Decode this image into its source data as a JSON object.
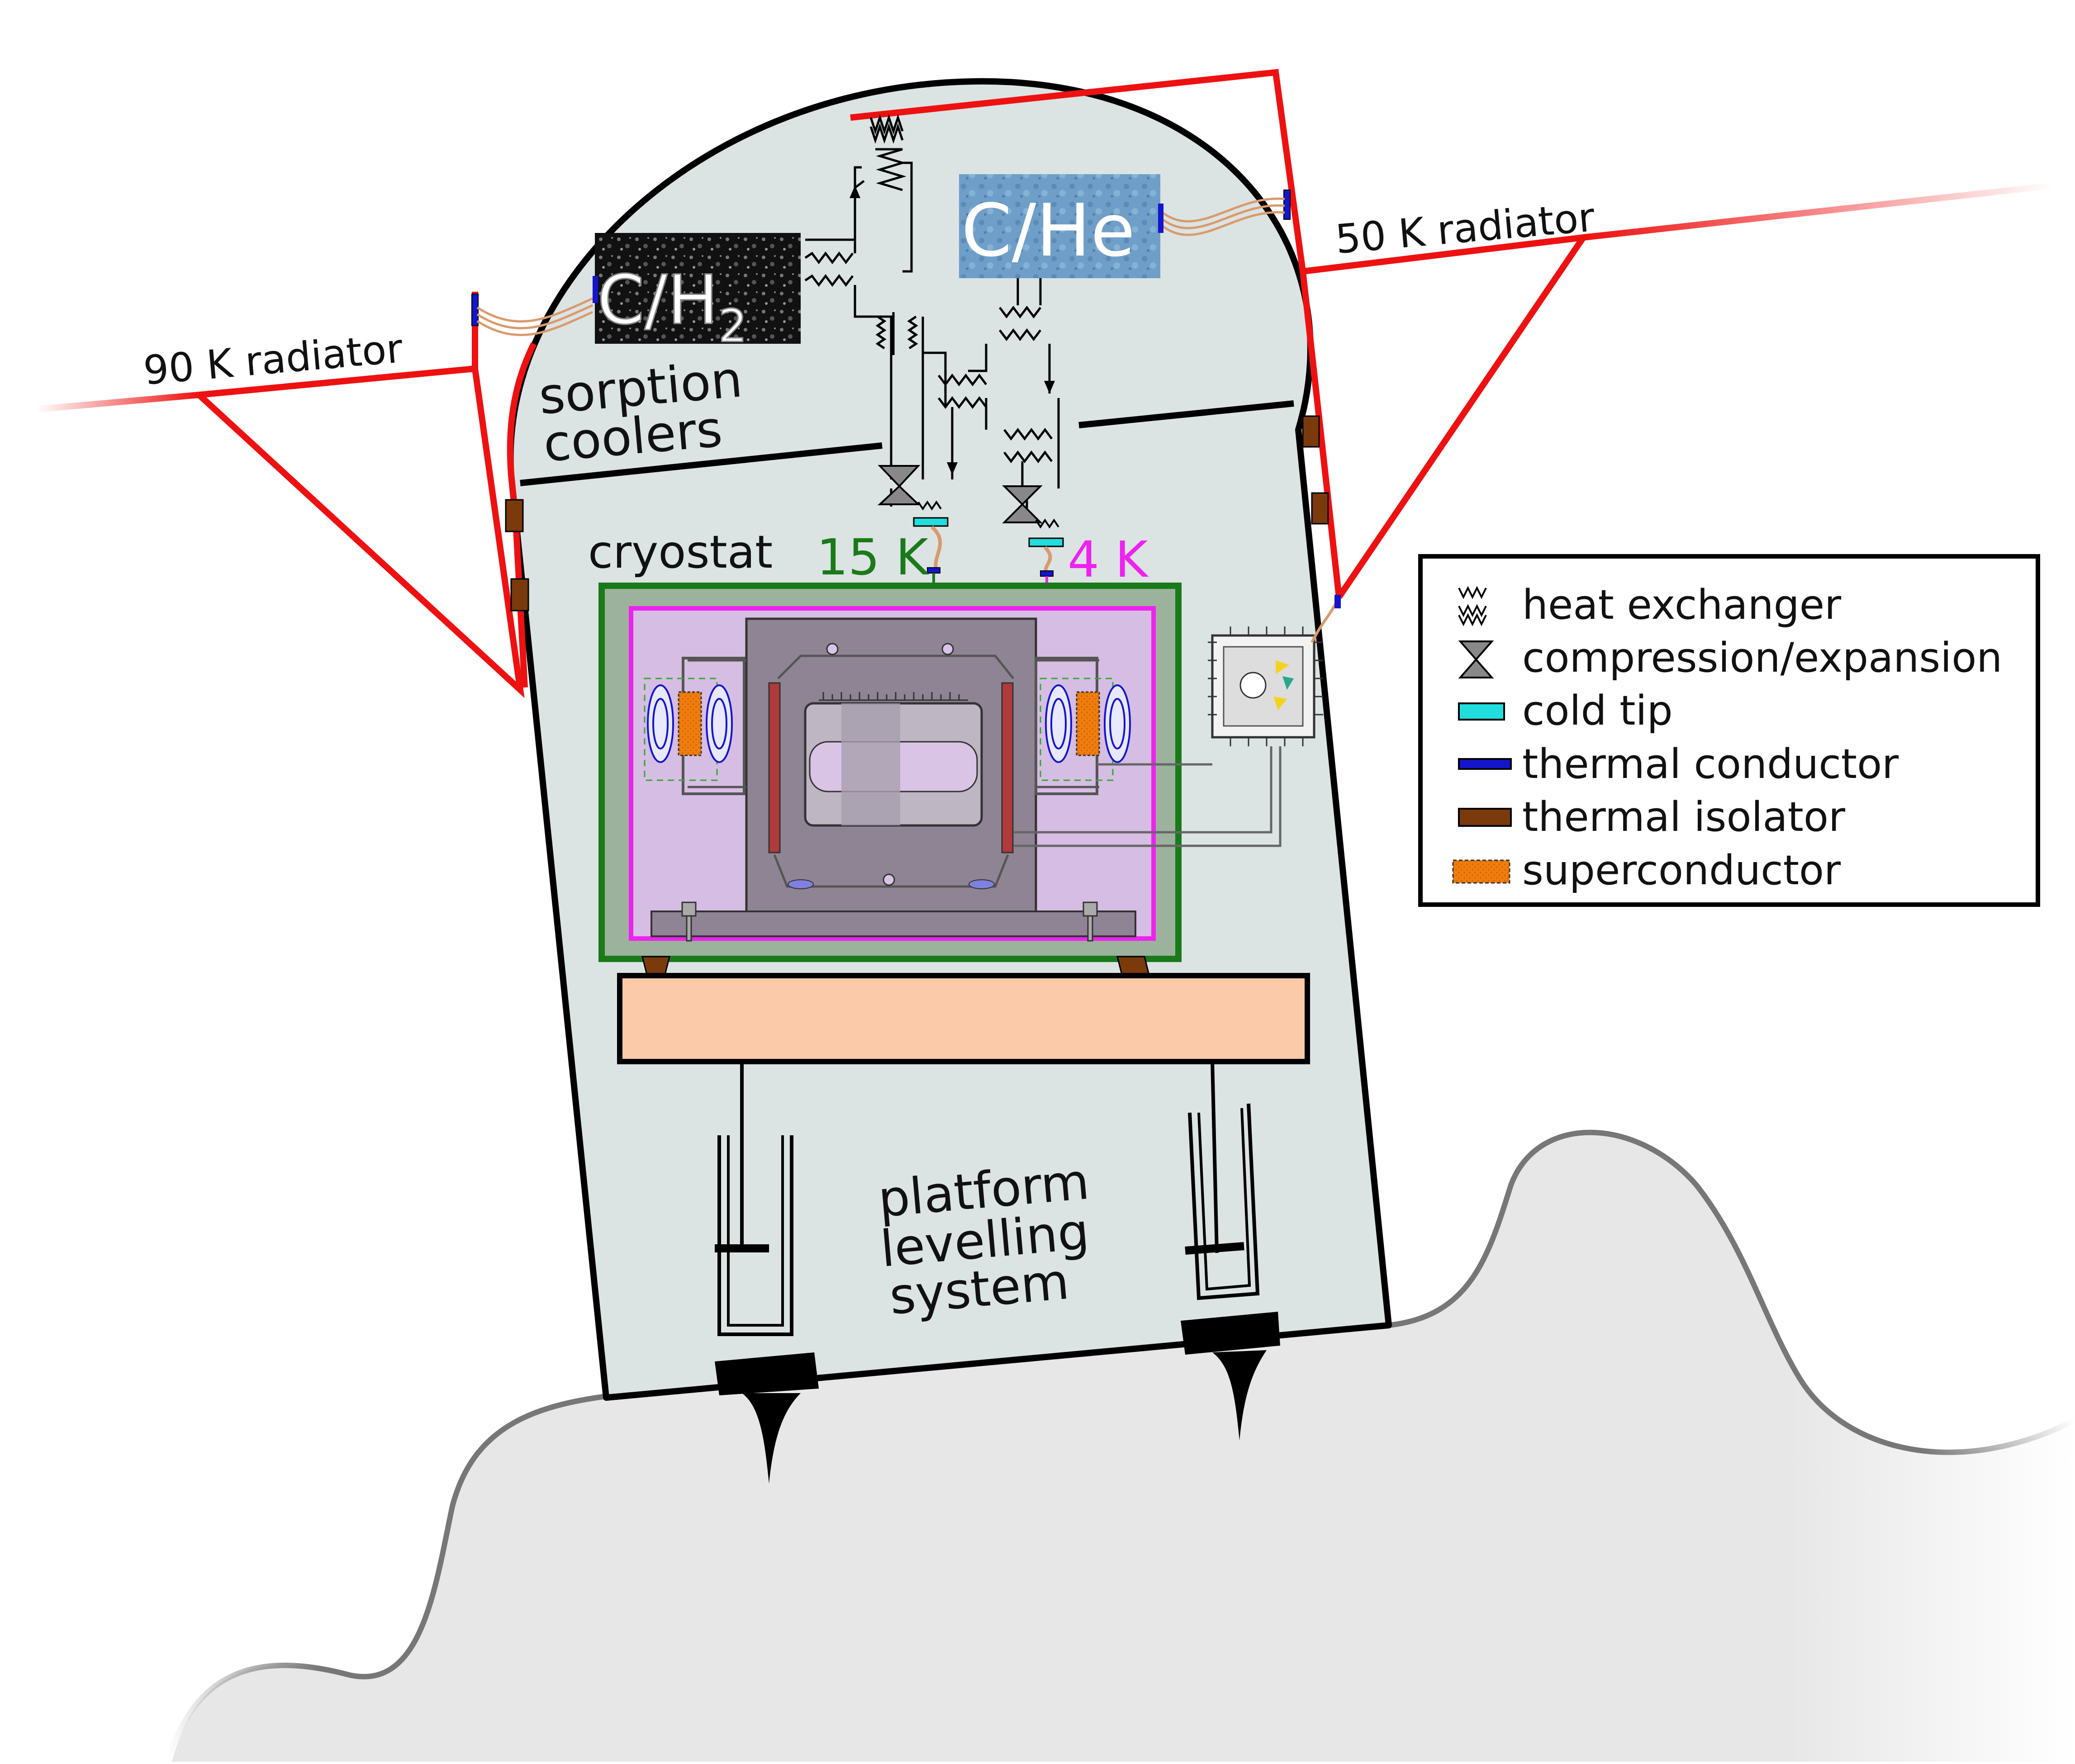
{
  "labels": {
    "radiator_90": "90 K radiator",
    "radiator_50": "50 K radiator",
    "sorption_line1": "sorption",
    "sorption_line2": "coolers",
    "cryostat": "cryostat",
    "temp_15k": "15 K",
    "temp_4k": "4 K",
    "platform_line1": "platform",
    "platform_line2": "levelling",
    "platform_line3": "system"
  },
  "coolers": {
    "h2_prefix": "C/H",
    "h2_subscript": "2",
    "he": "C/He"
  },
  "legend": {
    "items": [
      {
        "label": "heat exchanger",
        "icon": "heat-exchanger-icon"
      },
      {
        "label": "compression/expansion",
        "icon": "compression-expansion-icon"
      },
      {
        "label": "cold tip",
        "icon": "cold-tip-icon"
      },
      {
        "label": "thermal conductor",
        "icon": "thermal-conductor-icon"
      },
      {
        "label": "thermal isolator",
        "icon": "thermal-isolator-icon"
      },
      {
        "label": "superconductor",
        "icon": "superconductor-icon"
      }
    ]
  },
  "colors": {
    "radiator": "#ee1111",
    "vessel_fill": "#dce3e3",
    "ground_fill": "#e7e7e7",
    "cryostat_15k": "#1a7a1a",
    "stage_4k": "#ee22ee",
    "inner_fill": "#d6bde3",
    "platform": "#fbcaa8",
    "cold_tip": "#22dddd",
    "conductor": "#1515cc",
    "isolator": "#7a3a0c",
    "superconductor": "#f07d0c",
    "he_block": "#6f9fc8"
  }
}
